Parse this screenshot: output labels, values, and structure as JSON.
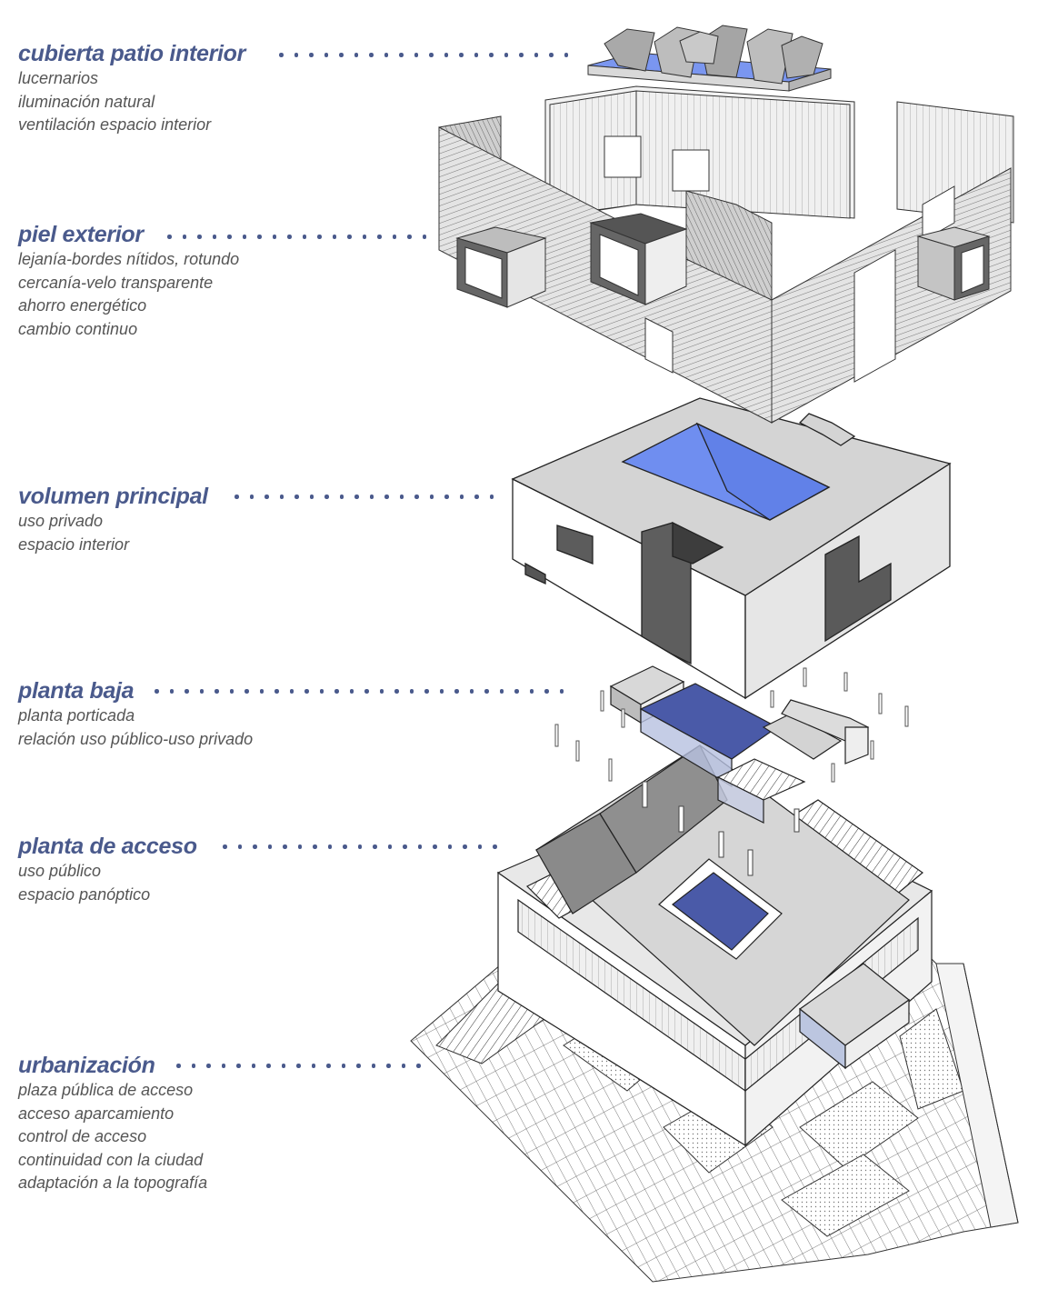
{
  "layers": [
    {
      "key": "cubierta",
      "title": "cubierta patio interior",
      "lines": [
        "lucernarios",
        "iluminación natural",
        "ventilación espacio interior"
      ]
    },
    {
      "key": "piel",
      "title": "piel exterior",
      "lines": [
        "lejanía-bordes nítidos, rotundo",
        "cercanía-velo transparente",
        "ahorro energético",
        "cambio continuo"
      ]
    },
    {
      "key": "volumen",
      "title": "volumen principal",
      "lines": [
        "uso privado",
        "espacio interior"
      ]
    },
    {
      "key": "baja",
      "title": "planta baja",
      "lines": [
        "planta porticada",
        "relación uso público-uso privado"
      ]
    },
    {
      "key": "acceso",
      "title": "planta de acceso",
      "lines": [
        "uso público",
        "espacio panóptico"
      ]
    },
    {
      "key": "urbanizacion",
      "title": "urbanización",
      "lines": [
        "plaza pública de acceso",
        "acceso aparcamiento",
        "control de acceso",
        "continuidad con la ciudad",
        "adaptación a la topografía"
      ]
    }
  ],
  "colors": {
    "label_title": "#4a5a8c",
    "label_text": "#555555",
    "leader_dots": "#4a5a8c",
    "patio_blue": "#6f8ef0",
    "pool_blue": "#4a5aa8",
    "roof_grey": "#d3d3d3",
    "shadow_grey": "#666666",
    "line": "#222222"
  }
}
